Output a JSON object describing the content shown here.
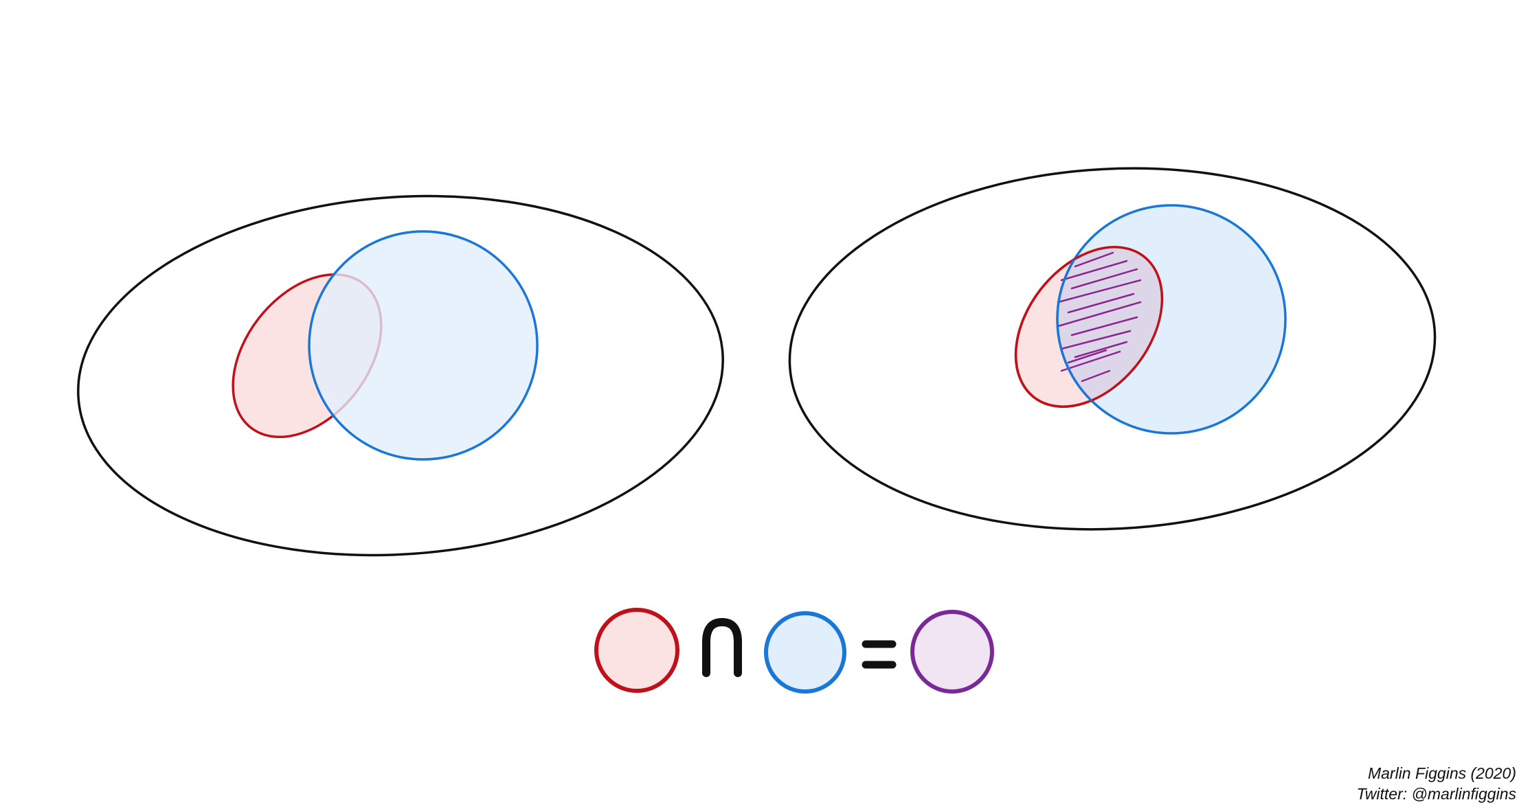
{
  "diagram": {
    "type": "venn-intersection",
    "colors": {
      "universe_stroke": "#111111",
      "set_a_stroke": "#c0111a",
      "set_a_fill": "#fbe3e4",
      "set_b_stroke": "#1a77d6",
      "set_b_fill": "#e1eefb",
      "overlap_fill": "#dcd6e8",
      "result_stroke": "#7a2a96",
      "result_fill": "#f1e4f3",
      "hatch_stroke": "#8a2490"
    },
    "legend": {
      "intersection_symbol": "∩",
      "equals_symbol": "="
    }
  },
  "credit": {
    "line1": "Marlin Figgins (2020)",
    "line2": "Twitter: @marlinfiggins"
  }
}
